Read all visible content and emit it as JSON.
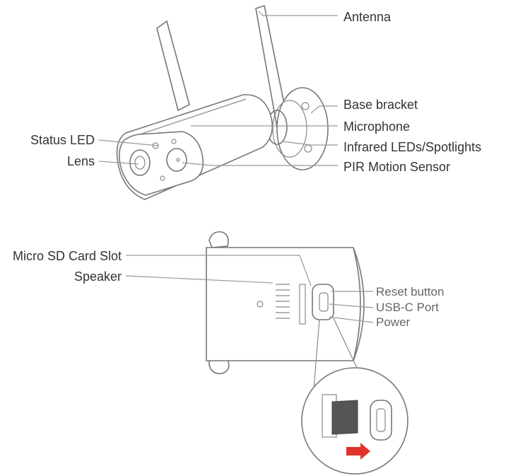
{
  "top_view": {
    "labels": {
      "antenna": "Antenna",
      "base_bracket": "Base bracket",
      "microphone": "Microphone",
      "infrared": "Infrared LEDs/Spotlights",
      "pir": "PIR Motion Sensor",
      "status_led": "Status LED",
      "lens": "Lens"
    }
  },
  "bottom_view": {
    "labels": {
      "micro_sd": "Micro SD Card Slot",
      "speaker": "Speaker",
      "reset": "Reset button",
      "usbc": "USB-C Port",
      "power": "Power"
    }
  },
  "colors": {
    "line": "#777777",
    "label": "#333333",
    "arrow": "#e0332b"
  }
}
